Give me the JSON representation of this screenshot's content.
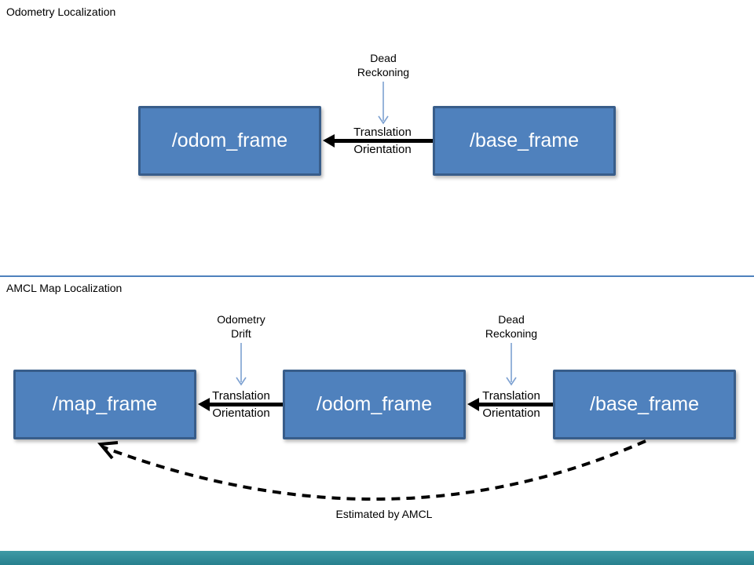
{
  "colors": {
    "node_fill": "#4F81BD",
    "node_border": "#385D8A",
    "node_text": "#FFFFFF",
    "edge_black": "#000000",
    "annotation_arrow_blue": "#7DA1D1",
    "section_divider_blue": "#4F81BD",
    "footer_bar_teal": "#2E8C99"
  },
  "top_section": {
    "title": "Odometry Localization",
    "nodes": [
      {
        "id": "odom",
        "label": "/odom_frame"
      },
      {
        "id": "base",
        "label": "/base_frame"
      }
    ],
    "edge": {
      "label_top": "Translation",
      "label_bottom": "Orientation",
      "annotation": {
        "line1": "Dead",
        "line2": "Reckoning"
      }
    }
  },
  "bottom_section": {
    "title": "AMCL Map Localization",
    "nodes": [
      {
        "id": "map",
        "label": "/map_frame"
      },
      {
        "id": "odom",
        "label": "/odom_frame"
      },
      {
        "id": "base",
        "label": "/base_frame"
      }
    ],
    "edges": [
      {
        "label_top": "Translation",
        "label_bottom": "Orientation",
        "annotation": {
          "line1": "Odometry",
          "line2": "Drift"
        }
      },
      {
        "label_top": "Translation",
        "label_bottom": "Orientation",
        "annotation": {
          "line1": "Dead",
          "line2": "Reckoning"
        }
      }
    ],
    "amcl_edge_label": "Estimated by AMCL"
  }
}
